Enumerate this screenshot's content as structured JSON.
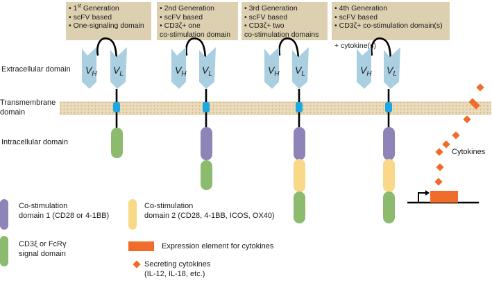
{
  "generations": [
    {
      "lines": [
        "1st Generation",
        "scFV based",
        "One-signaling domain"
      ]
    },
    {
      "lines": [
        "2nd Generation",
        "scFV based",
        "CD3ζ+ one",
        "co-stimulation domain"
      ]
    },
    {
      "lines": [
        "3rd Generation",
        "scFV based",
        "CD3ζ+ two",
        "co-stimulation domains"
      ]
    },
    {
      "lines": [
        "4th Generation",
        "scFV based",
        "CD3ζ+ co-stimulation domain(s)",
        "+ cytokine(s)"
      ]
    }
  ],
  "bullet": "•",
  "superscript": "st",
  "domains": {
    "extracellular": "Extracellular domain",
    "transmembrane_1": "Transmembrane",
    "transmembrane_2": "domain",
    "intracellular": "Intracellular domain"
  },
  "antibody": {
    "heavy": "V",
    "heavy_sub": "H",
    "light": "V",
    "light_sub": "L"
  },
  "cytokines_label": "Cytokines",
  "legend": {
    "costim1": [
      "Co-stimulation",
      "domain 1 (CD28 or 4-1BB)"
    ],
    "costim2": [
      "Co-stimulation",
      "domain 2 (CD28, 4-1BB, ICOS, OX40)"
    ],
    "signal": [
      "CD3ξ or FcRγ",
      "signal domain"
    ],
    "expression": "Expression element for cytokines",
    "secreting": [
      "Secreting cytokines",
      "(IL-12, IL-18, etc.)"
    ]
  },
  "colors": {
    "box": "#ddd0b0",
    "vregion": "#a9cfe0",
    "membrane": "#ecdcbc",
    "tm_segment": "#1ea7e1",
    "costim1": "#8e84b8",
    "costim2": "#f9d888",
    "signal": "#8cbb6e",
    "cytokine": "#ef6c2a"
  }
}
